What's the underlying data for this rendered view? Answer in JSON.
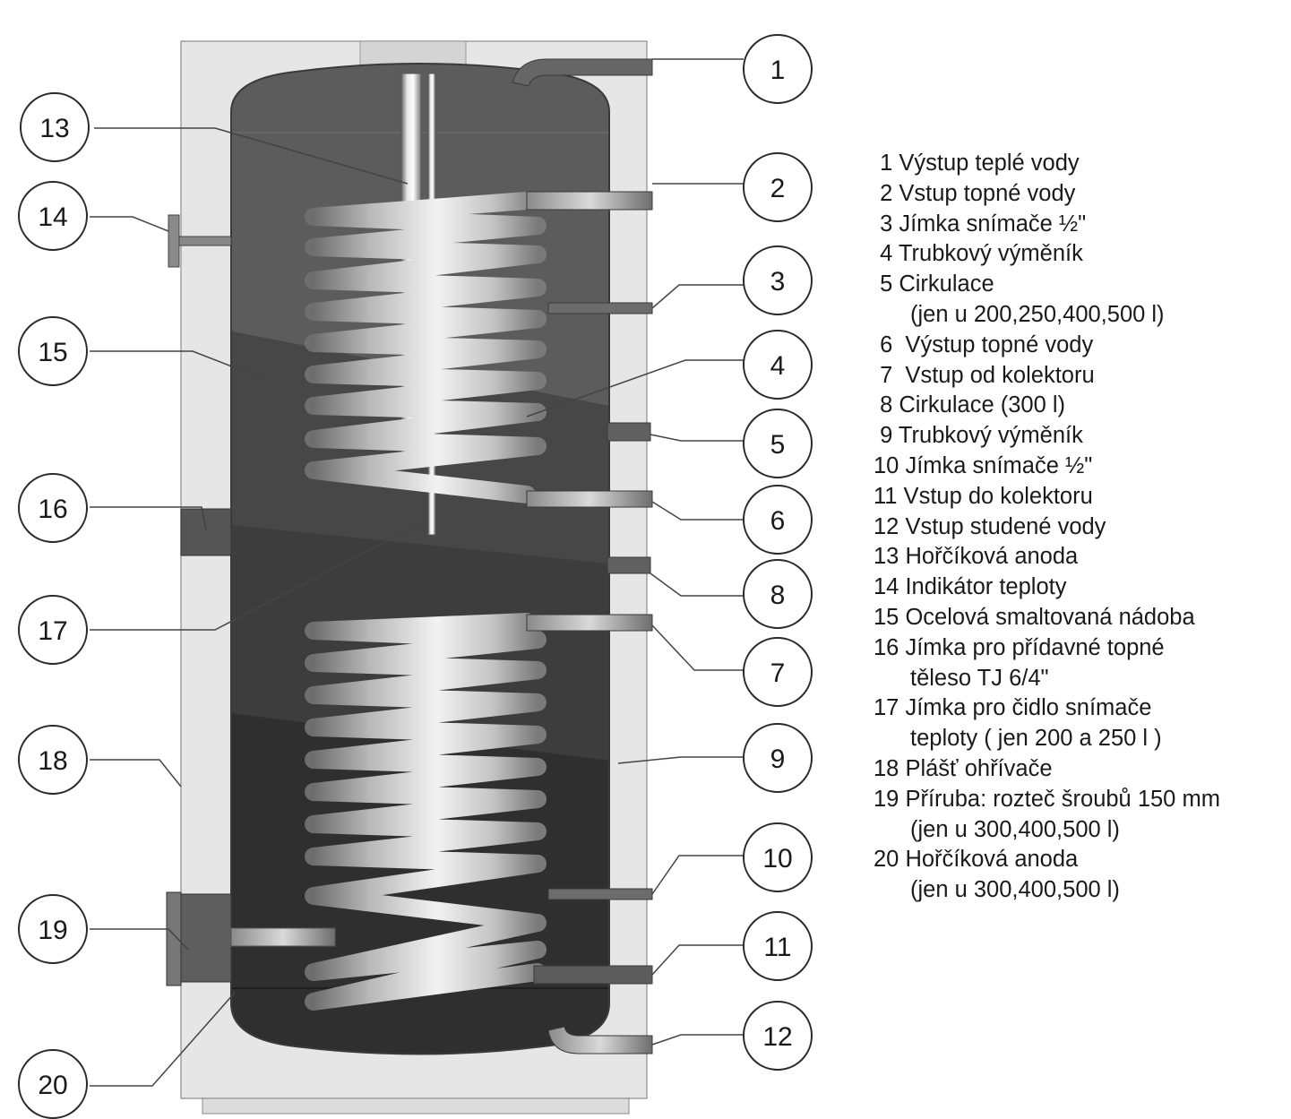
{
  "callouts": [
    {
      "id": "1",
      "label": "1"
    },
    {
      "id": "2",
      "label": "2"
    },
    {
      "id": "3",
      "label": "3"
    },
    {
      "id": "4",
      "label": "4"
    },
    {
      "id": "5",
      "label": "5"
    },
    {
      "id": "6",
      "label": "6"
    },
    {
      "id": "7",
      "label": "7"
    },
    {
      "id": "8",
      "label": "8"
    },
    {
      "id": "9",
      "label": "9"
    },
    {
      "id": "10",
      "label": "10"
    },
    {
      "id": "11",
      "label": "11"
    },
    {
      "id": "12",
      "label": "12"
    },
    {
      "id": "13",
      "label": "13"
    },
    {
      "id": "14",
      "label": "14"
    },
    {
      "id": "15",
      "label": "15"
    },
    {
      "id": "16",
      "label": "16"
    },
    {
      "id": "17",
      "label": "17"
    },
    {
      "id": "18",
      "label": "18"
    },
    {
      "id": "19",
      "label": "19"
    },
    {
      "id": "20",
      "label": "20"
    }
  ],
  "legend": [
    {
      "text": " 1 Výstup teplé vody"
    },
    {
      "text": " 2 Vstup topné vody"
    },
    {
      "text": " 3 Jímka snímače ½\""
    },
    {
      "text": " 4 Trubkový výměník"
    },
    {
      "text": " 5 Cirkulace"
    },
    {
      "text": "(jen u 200,250,400,500 l)",
      "cont": true
    },
    {
      "text": " 6  Výstup topné vody"
    },
    {
      "text": " 7  Vstup od kolektoru"
    },
    {
      "text": " 8 Cirkulace (300 l)"
    },
    {
      "text": " 9 Trubkový výměník"
    },
    {
      "text": "10 Jímka snímače ½\""
    },
    {
      "text": "11 Vstup do kolektoru"
    },
    {
      "text": "12 Vstup studené vody"
    },
    {
      "text": "13 Hořčíková anoda"
    },
    {
      "text": "14 Indikátor teploty"
    },
    {
      "text": "15 Ocelová smaltovaná nádoba"
    },
    {
      "text": "16 Jímka pro přídavné topné"
    },
    {
      "text": "těleso TJ 6/4\"",
      "cont": true
    },
    {
      "text": "17 Jímka pro čidlo snímače"
    },
    {
      "text": "teploty ( jen 200 a 250 l )",
      "cont": true
    },
    {
      "text": "18 Plášť ohřívače"
    },
    {
      "text": "19 Příruba: rozteč šroubů 150 mm"
    },
    {
      "text": "(jen u 300,400,500 l)",
      "cont": true
    },
    {
      "text": "20 Hořčíková anoda"
    },
    {
      "text": "(jen u 300,400,500 l)",
      "cont": true
    }
  ]
}
